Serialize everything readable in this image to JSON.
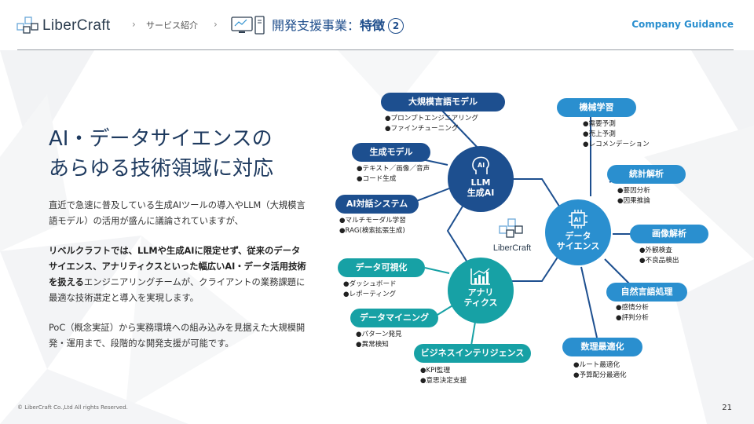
{
  "header": {
    "logo_text": "LiberCraft",
    "breadcrumb_1": "サービス紹介",
    "sep": "›",
    "title_prefix": "開発支援事業：",
    "title_bold": "特徴",
    "title_num": "2",
    "company_guidance": "Company Guidance"
  },
  "main": {
    "headline_1": "AI・データサイエンスの",
    "headline_2": "あらゆる技術領域に対応",
    "para1": "直近で急速に普及している生成AIツールの導入やLLM（大規模言語モデル）の活用が盛んに議論されていますが、",
    "para2_bold1": "リベルクラフトでは、LLMや生成AIに限定せず、従来のデータサイエンス、アナリティクスといった幅広いAI・データ活用技術を扱える",
    "para2_rest": "エンジニアリングチームが、クライアントの業務課題に最適な技術選定と導入を実現します。",
    "para3": "PoC（概念実証）から実務環境への組み込みを見据えた大規模開発・運用まで、段階的な開発支援が可能です。"
  },
  "diagram": {
    "center_logo": "LiberCraft",
    "hubs": {
      "llm": {
        "line1": "LLM",
        "line2": "生成AI",
        "icon": "ai-head-icon",
        "color": "#1d4f8f"
      },
      "ds": {
        "line1": "データ",
        "line2": "サイエンス",
        "icon": "ai-chip-icon",
        "color": "#2a8fcf"
      },
      "analytics": {
        "line1": "アナリ",
        "line2": "ティクス",
        "icon": "bar-chart-icon",
        "color": "#17a1a5"
      }
    },
    "nodes": {
      "llm_model": {
        "label": "大規模言語モデル",
        "items": [
          "●プロンプトエンジニアリング",
          "●ファインチューニング"
        ]
      },
      "gen_model": {
        "label": "生成モデル",
        "items": [
          "●テキスト／画像／音声",
          "●コード生成"
        ]
      },
      "ai_chat": {
        "label": "AI対話システム",
        "items": [
          "●マルチモーダル学習",
          "●RAG(検索拡張生成)"
        ]
      },
      "ml": {
        "label": "機械学習",
        "items": [
          "●需要予測",
          "●売上予測",
          "●レコメンデーション"
        ]
      },
      "stats": {
        "label": "統計解析",
        "items": [
          "●要因分析",
          "●因果推論"
        ]
      },
      "image": {
        "label": "画像解析",
        "items": [
          "●外観検査",
          "●不良品検出"
        ]
      },
      "nlp": {
        "label": "自然言語処理",
        "items": [
          "●感情分析",
          "●評判分析"
        ]
      },
      "opt": {
        "label": "数理最適化",
        "items": [
          "●ルート最適化",
          "●予算配分最適化"
        ]
      },
      "viz": {
        "label": "データ可視化",
        "items": [
          "●ダッシュボード",
          "●レポーティング"
        ]
      },
      "mining": {
        "label": "データマイニング",
        "items": [
          "●パターン発見",
          "●異常検知"
        ]
      },
      "bi": {
        "label": "ビジネスインテリジェンス",
        "items": [
          "●KPI監理",
          "●意思決定支援"
        ]
      }
    }
  },
  "footer": {
    "copyright": "© LiberCraft Co.,Ltd All rights Reserved.",
    "page": "21"
  }
}
